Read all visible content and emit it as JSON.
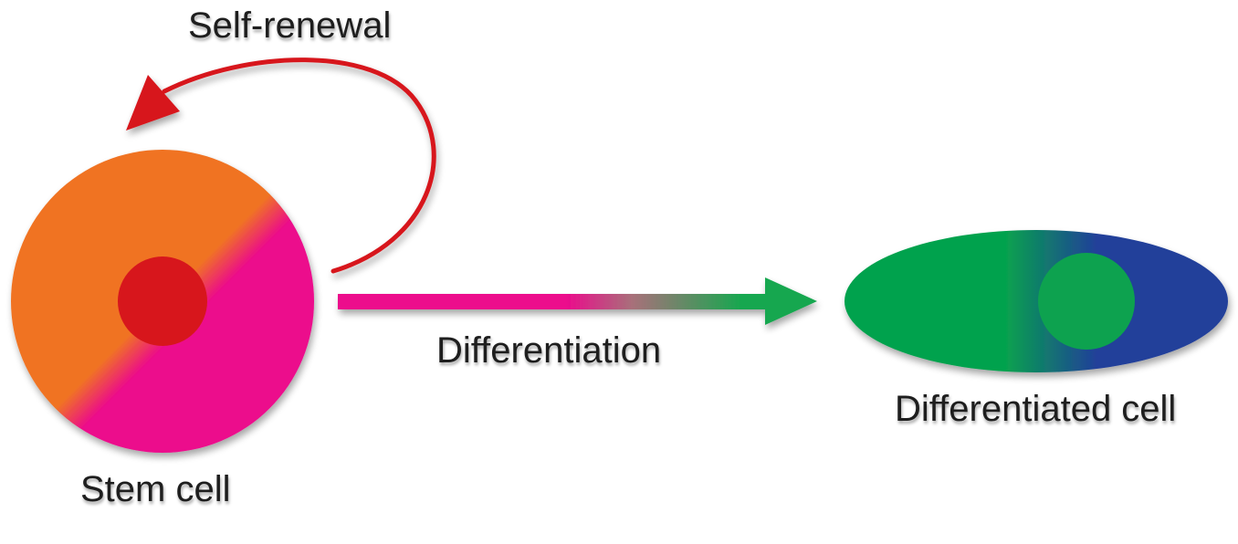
{
  "labels": {
    "self_renewal": "Self-renewal",
    "differentiation": "Differentiation",
    "differentiated_cell": "Differentiated cell",
    "stem_cell": "Stem cell"
  },
  "colors": {
    "stem_orange": "#f07324",
    "stem_magenta": "#ec0a8c",
    "stem_nucleus": "#d7191f",
    "diff_green": "#06a24e",
    "diff_blue": "#213f9a",
    "diff_nucleus": "#0ba24f",
    "self_renewal_arrow": "#d7191f",
    "differentiation_arrow_start": "#ec0a8c",
    "differentiation_arrow_end": "#17a74f",
    "text": "#1e1e1e"
  }
}
